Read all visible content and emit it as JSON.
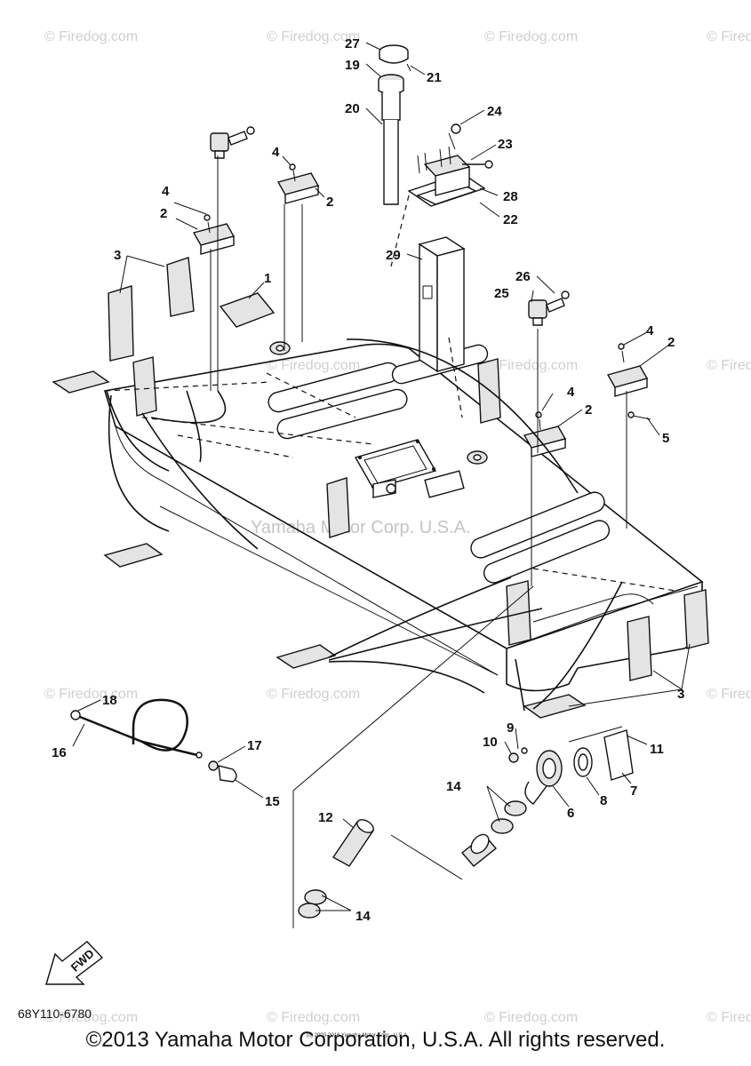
{
  "watermark": "© Firedog.com",
  "center_watermark": "Yamaha Motor Corp. U.S.A.",
  "small_copyright": "(c) 2003-2016 Yamaha Motor Corp., U.S.A.",
  "fwd_label": "FWD",
  "part_code": "68Y110-6780",
  "copyright": "©2013 Yamaha Motor Corporation, U.S.A. All rights reserved.",
  "callouts": {
    "c1": "1",
    "c2a": "2",
    "c2b": "2",
    "c2c": "2",
    "c2d": "2",
    "c3a": "3",
    "c3b": "3",
    "c4a": "4",
    "c4b": "4",
    "c4c": "4",
    "c4d": "4",
    "c5": "5",
    "c6": "6",
    "c7": "7",
    "c8": "8",
    "c9": "9",
    "c10": "10",
    "c11": "11",
    "c12": "12",
    "c14a": "14",
    "c14b": "14",
    "c15": "15",
    "c16": "16",
    "c17": "17",
    "c18": "18",
    "c19": "19",
    "c20": "20",
    "c21": "21",
    "c22": "22",
    "c23": "23",
    "c24": "24",
    "c25": "25",
    "c26": "26",
    "c27": "27",
    "c28": "28",
    "c29": "29"
  }
}
